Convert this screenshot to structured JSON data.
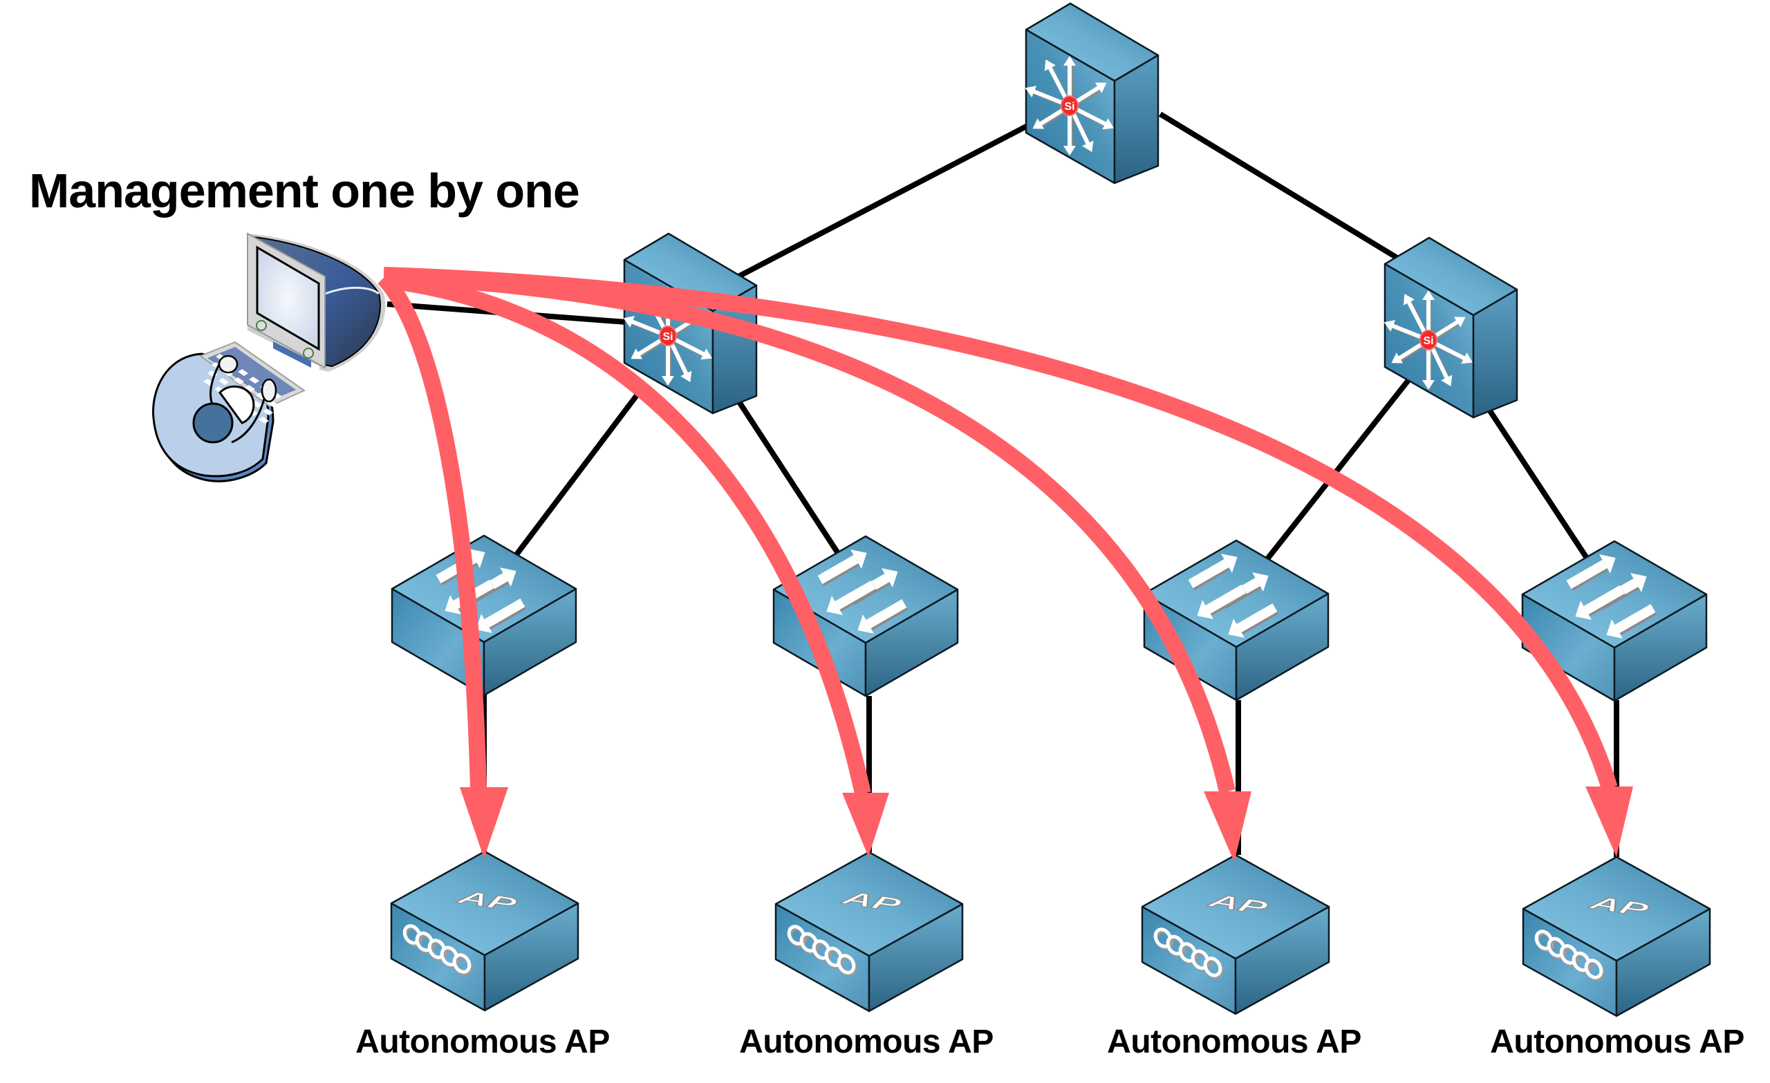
{
  "title": "Management one by one",
  "colors": {
    "device_light": "#7fbfde",
    "device_mid": "#4a8fb3",
    "device_dark": "#2e6b8c",
    "arrow": "#FF6066",
    "link": "#000000",
    "si_badge": "#ee2a2a"
  },
  "management_station": {
    "label": "",
    "icon": "pc-with-user-icon"
  },
  "core": [
    {
      "id": "core-switch",
      "type": "multilayer-switch",
      "badge": "Si"
    }
  ],
  "distribution": [
    {
      "id": "dist-switch-left",
      "type": "multilayer-switch",
      "badge": "Si"
    },
    {
      "id": "dist-switch-right",
      "type": "multilayer-switch",
      "badge": "Si"
    }
  ],
  "access": [
    {
      "id": "access-switch-1",
      "type": "switch"
    },
    {
      "id": "access-switch-2",
      "type": "switch"
    },
    {
      "id": "access-switch-3",
      "type": "switch"
    },
    {
      "id": "access-switch-4",
      "type": "switch"
    }
  ],
  "access_points": [
    {
      "id": "ap-1",
      "type": "access-point",
      "face_text": "AP",
      "label": "Autonomous AP"
    },
    {
      "id": "ap-2",
      "type": "access-point",
      "face_text": "AP",
      "label": "Autonomous AP"
    },
    {
      "id": "ap-3",
      "type": "access-point",
      "face_text": "AP",
      "label": "Autonomous AP"
    },
    {
      "id": "ap-4",
      "type": "access-point",
      "face_text": "AP",
      "label": "Autonomous AP"
    }
  ],
  "links": [
    {
      "from": "core-switch",
      "to": "dist-switch-left"
    },
    {
      "from": "core-switch",
      "to": "dist-switch-right"
    },
    {
      "from": "management-pc",
      "to": "dist-switch-left"
    },
    {
      "from": "dist-switch-left",
      "to": "access-switch-1"
    },
    {
      "from": "dist-switch-left",
      "to": "access-switch-2"
    },
    {
      "from": "dist-switch-right",
      "to": "access-switch-3"
    },
    {
      "from": "dist-switch-right",
      "to": "access-switch-4"
    },
    {
      "from": "access-switch-1",
      "to": "ap-1"
    },
    {
      "from": "access-switch-2",
      "to": "ap-2"
    },
    {
      "from": "access-switch-3",
      "to": "ap-3"
    },
    {
      "from": "access-switch-4",
      "to": "ap-4"
    }
  ],
  "management_arrows": [
    {
      "from": "management-pc",
      "to": "ap-1"
    },
    {
      "from": "management-pc",
      "to": "ap-2"
    },
    {
      "from": "management-pc",
      "to": "ap-3"
    },
    {
      "from": "management-pc",
      "to": "ap-4"
    }
  ]
}
